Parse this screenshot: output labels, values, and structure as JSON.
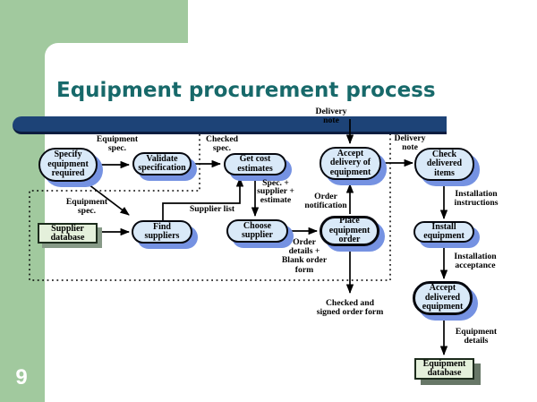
{
  "slide": {
    "title": "Equipment procurement process",
    "page_number": "9"
  },
  "palette": {
    "background_green": "#a1c99e",
    "panel_white": "#ffffff",
    "title_teal": "#17696a",
    "bar_navy": "#1d4377",
    "bar_navy_dark_edge": "#0c1d40",
    "process_fill_blue": "#d9e9f8",
    "process_shadow_blue": "#7592e2",
    "datastore_fill_green": "#e4f0db",
    "datastore_shadow_gray": "#748674",
    "line_black": "#000000"
  },
  "chart_data": {
    "type": "flowchart",
    "title": "Equipment procurement process",
    "nodes": [
      {
        "id": "specify_equipment",
        "label": "Specify equipment required",
        "shape": "rounded",
        "group": "specification"
      },
      {
        "id": "validate_specification",
        "label": "Validate specification",
        "shape": "rounded",
        "group": "specification"
      },
      {
        "id": "get_cost_estimates",
        "label": "Get cost estimates",
        "shape": "rounded",
        "group": "procurement"
      },
      {
        "id": "accept_delivery",
        "label": "Accept delivery of equipment",
        "shape": "rounded",
        "group": "procurement"
      },
      {
        "id": "check_delivered",
        "label": "Check delivered items",
        "shape": "rounded",
        "group": "installation"
      },
      {
        "id": "find_suppliers",
        "label": "Find suppliers",
        "shape": "rounded",
        "group": "procurement"
      },
      {
        "id": "choose_supplier",
        "label": "Choose supplier",
        "shape": "rounded",
        "group": "procurement"
      },
      {
        "id": "place_order",
        "label": "Place equipment order",
        "shape": "rounded-thick",
        "group": "procurement"
      },
      {
        "id": "install_equipment",
        "label": "Install equipment",
        "shape": "rounded",
        "group": "installation"
      },
      {
        "id": "accept_delivered",
        "label": "Accept delivered equipment",
        "shape": "rounded-thick",
        "group": "installation"
      },
      {
        "id": "supplier_database",
        "label": "Supplier database",
        "shape": "rectangle",
        "group": "datastore"
      },
      {
        "id": "equipment_database",
        "label": "Equipment database",
        "shape": "rectangle",
        "group": "datastore"
      }
    ],
    "edges": [
      {
        "from": "specify_equipment",
        "to": "validate_specification",
        "label": "Equipment spec."
      },
      {
        "from": "validate_specification",
        "to": "get_cost_estimates",
        "label": "Checked spec."
      },
      {
        "from": "specify_equipment",
        "to": "find_suppliers",
        "label": "Equipment spec."
      },
      {
        "from": "supplier_database",
        "to": "find_suppliers",
        "label": ""
      },
      {
        "from": "find_suppliers",
        "to": "get_cost_estimates",
        "label": "Supplier list"
      },
      {
        "from": "get_cost_estimates",
        "to": "choose_supplier",
        "label": "Spec. + supplier + estimate"
      },
      {
        "from": "choose_supplier",
        "to": "place_order",
        "label": "Order details + Blank order form"
      },
      {
        "from": "place_order",
        "to": "accept_delivery",
        "label": "Order notification"
      },
      {
        "from": "delivery_note_input",
        "to": "accept_delivery",
        "label": "Delivery note"
      },
      {
        "from": "accept_delivery",
        "to": "check_delivered",
        "label": "Delivery note"
      },
      {
        "from": "check_delivered",
        "to": "install_equipment",
        "label": "Installation instructions"
      },
      {
        "from": "install_equipment",
        "to": "accept_delivered",
        "label": "Installation acceptance"
      },
      {
        "from": "accept_delivered",
        "to": "equipment_database",
        "label": "Equipment details"
      },
      {
        "from": "place_order",
        "to": "output",
        "label": "Checked and signed order form"
      }
    ]
  },
  "diagram": {
    "nodes": {
      "specify_equipment": "Specify\nequipment\nrequired",
      "validate_specification": "Validate\nspecification",
      "get_cost_estimates": "Get cost\nestimates",
      "accept_delivery": "Accept\ndelivery of\nequipment",
      "check_delivered": "Check\ndelivered\nitems",
      "find_suppliers": "Find\nsuppliers",
      "choose_supplier": "Choose\nsupplier",
      "place_order": "Place\nequipment\norder",
      "install_equipment": "Install\nequipment",
      "accept_delivered": "Accept\ndelivered\nequipment",
      "supplier_database": "Supplier\ndatabase",
      "equipment_database": "Equipment\ndatabase"
    },
    "labels": {
      "equipment_spec_top": "Equipment\nspec.",
      "checked_spec": "Checked\nspec.",
      "delivery_note_top": "Delivery\nnote",
      "delivery_note_right": "Delivery\nnote",
      "equipment_spec_2": "Equipment\nspec.",
      "supplier_list": "Supplier list",
      "spec_supplier_estimate": "Spec. +\nsupplier +\nestimate",
      "order_notification": "Order\nnotification",
      "order_details": "Order\ndetails +\nBlank order\nform",
      "checked_signed": "Checked and\nsigned order form",
      "installation_instructions": "Installation\ninstructions",
      "installation_acceptance": "Installation\nacceptance",
      "equipment_details": "Equipment\ndetails"
    }
  }
}
